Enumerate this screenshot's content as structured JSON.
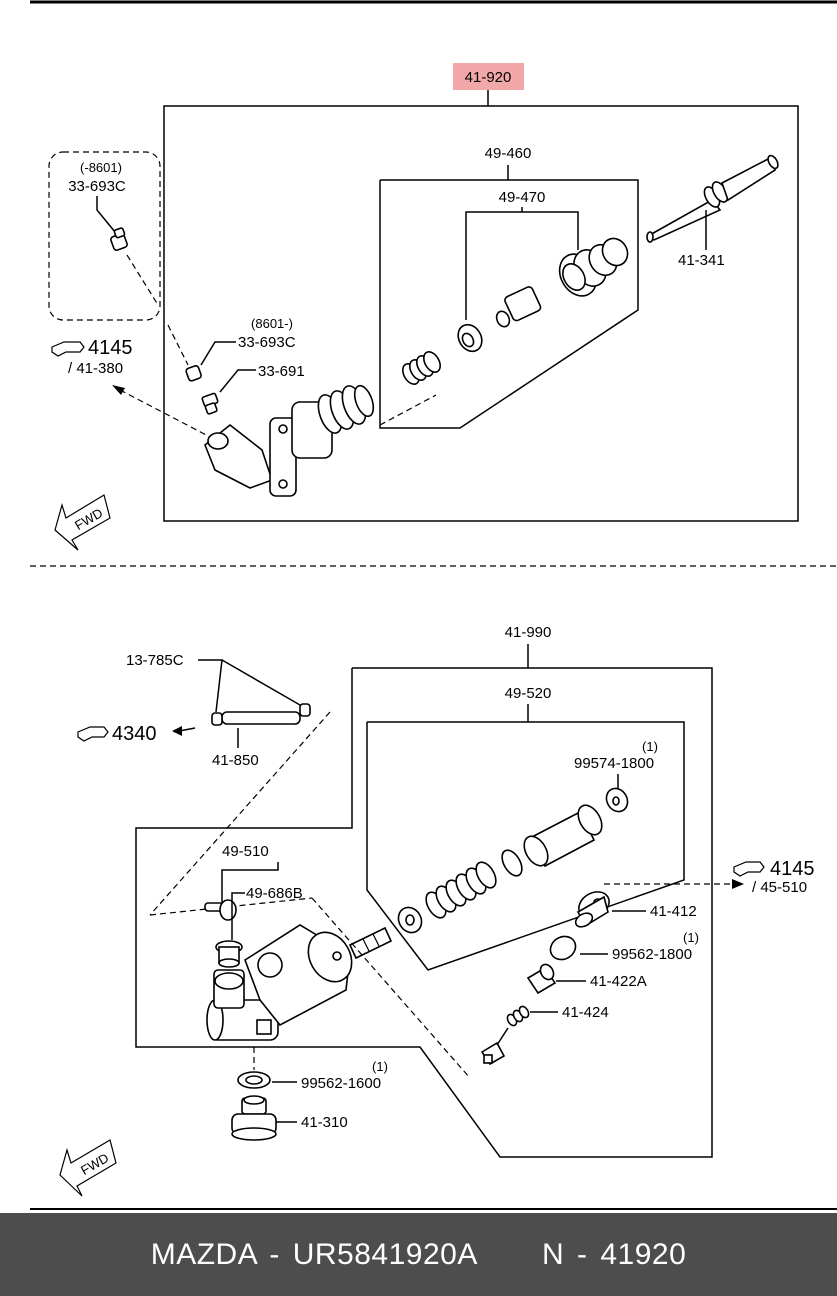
{
  "top": {
    "assembly": "41-920",
    "subassembly": "49-460",
    "kit": "49-470",
    "rod": "41-341",
    "date_old": "(-8601)",
    "part_old": "33-693C",
    "date_new": "(8601-)",
    "part_new": "33-693C",
    "bleeder": "33-691",
    "ref_num": "4145",
    "ref_sub": "/ 41-380",
    "fwd": "FWD"
  },
  "bottom": {
    "assembly": "41-990",
    "subassembly": "49-520",
    "clip": "13-785C",
    "ref_left_num": "4340",
    "hose": "41-850",
    "kit_qty": "(1)",
    "kit": "99574-1800",
    "connector": "49-510",
    "fitting": "49-686B",
    "ref_right_num": "4145",
    "ref_right_sub": "/ 45-510",
    "cap": "41-412",
    "oring_qty": "(1)",
    "oring": "99562-1800",
    "valve": "41-422A",
    "spring": "41-424",
    "washer_qty": "(1)",
    "washer": "99562-1600",
    "plug": "41-310",
    "fwd": "FWD"
  },
  "footer": {
    "brand": "MAZDA - UR5841920A",
    "code": "N - 41920"
  },
  "colors": {
    "highlight": "#f2a8a8",
    "footer_bg": "#4d4d4d"
  }
}
